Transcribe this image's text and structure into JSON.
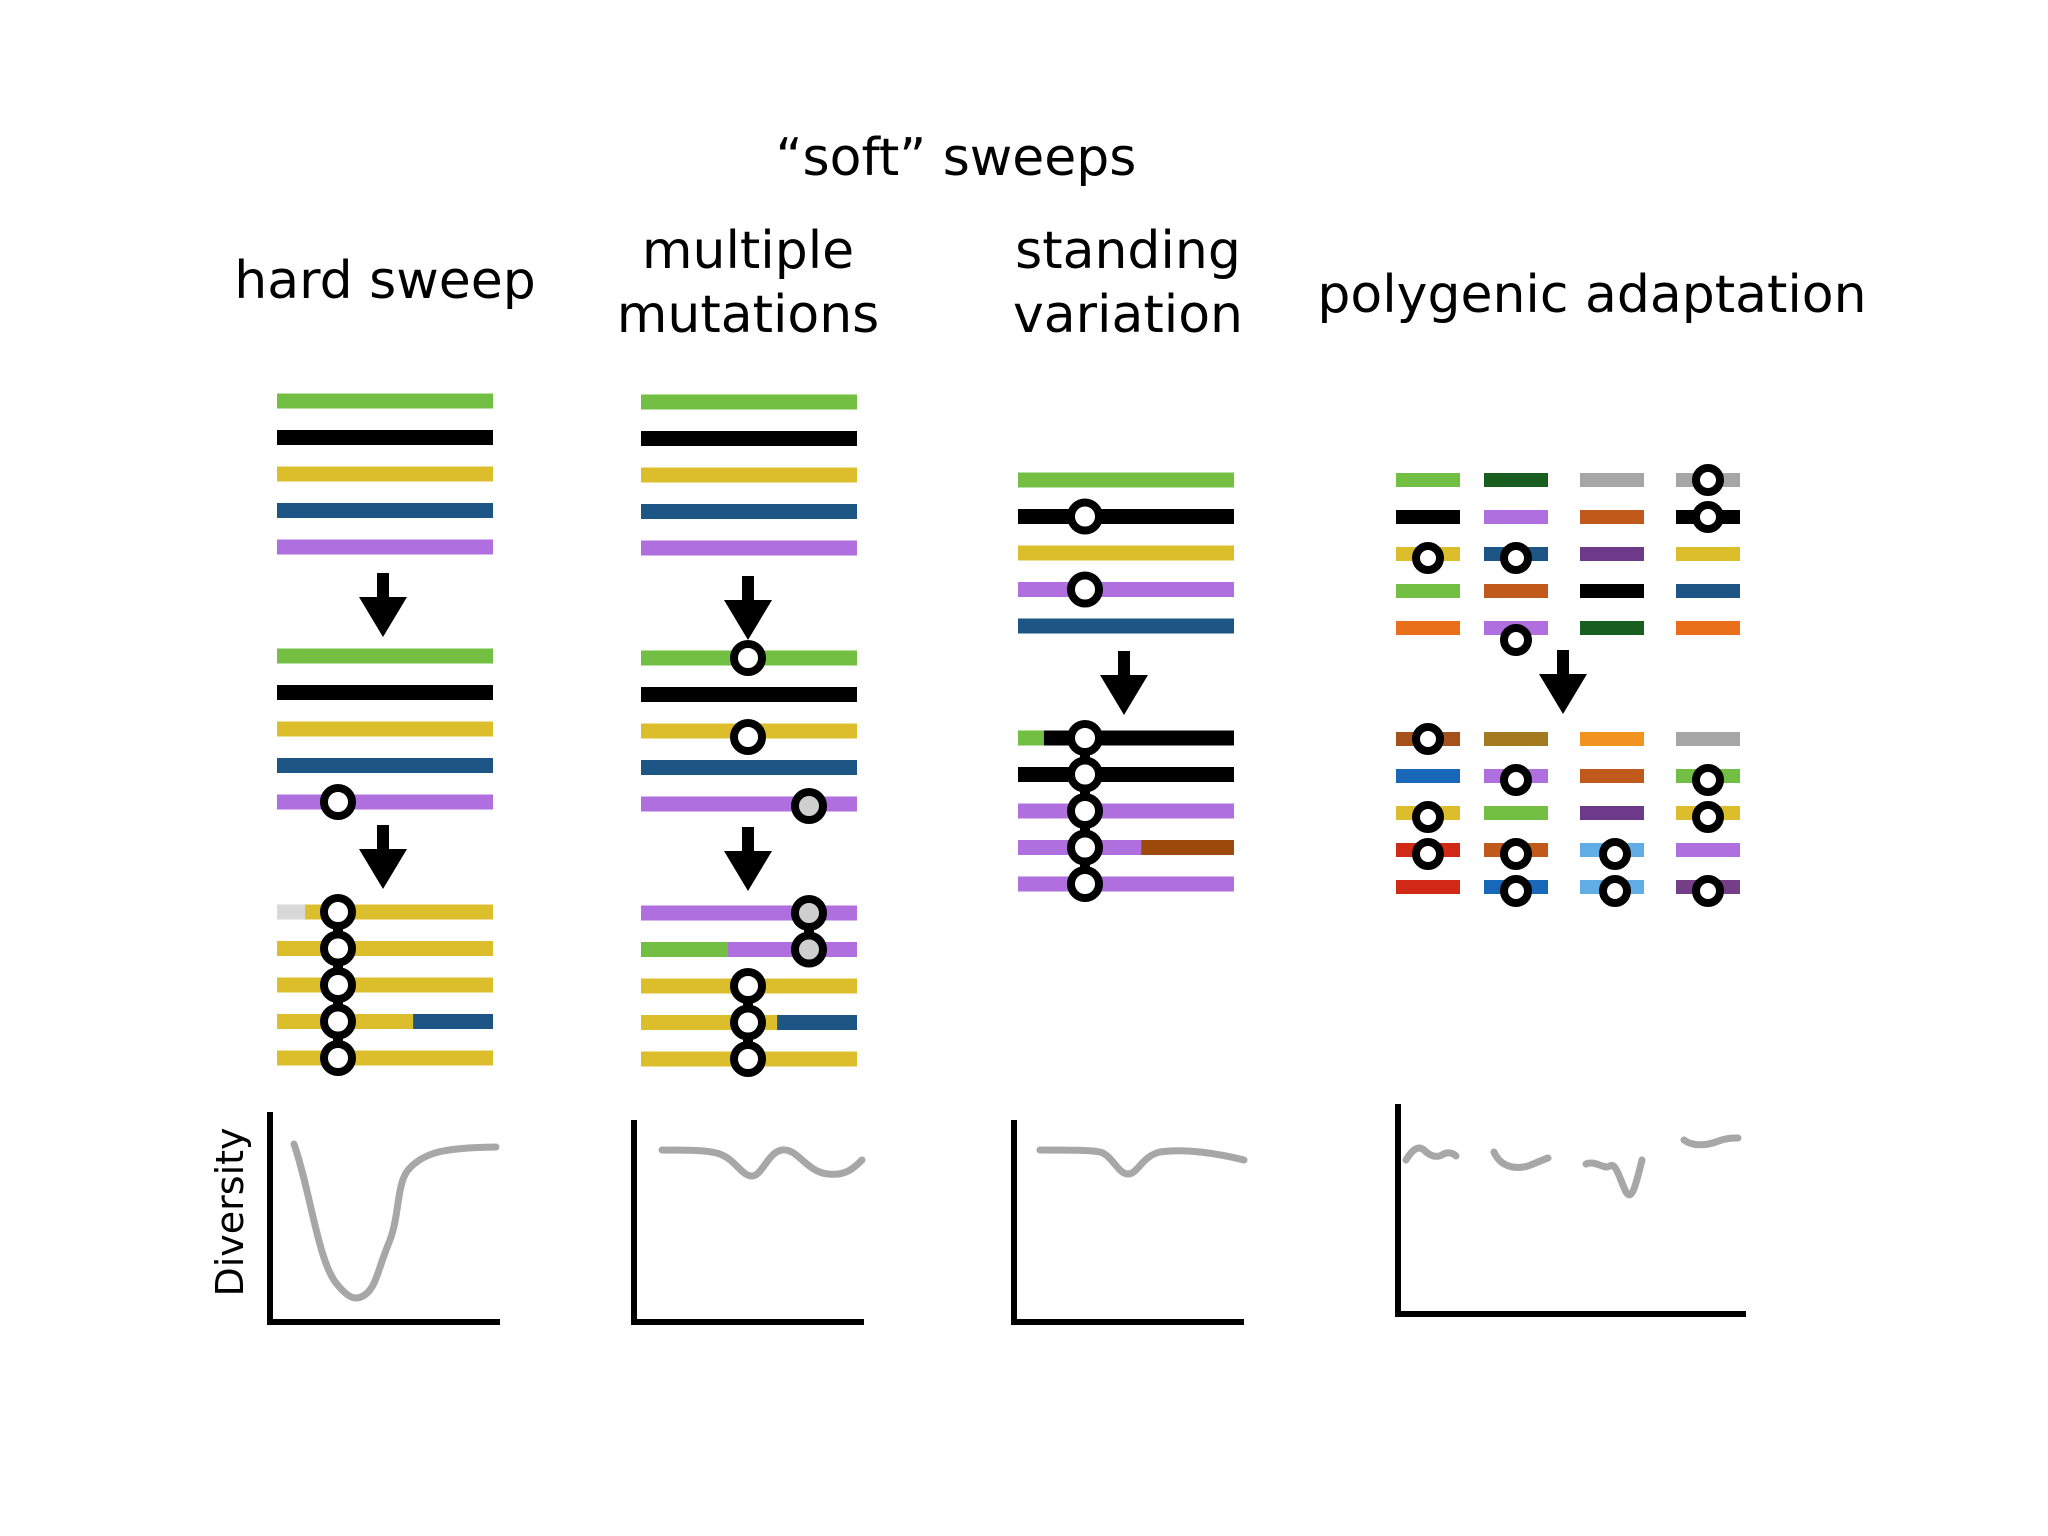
{
  "titles": {
    "soft": "“soft” sweeps",
    "hard": "hard sweep",
    "multiple_1": "multiple",
    "multiple_2": "mutations",
    "standing_1": "standing",
    "standing_2": "variation",
    "polygenic": "polygenic adaptation"
  },
  "axis": {
    "ylabel": "Diversity"
  },
  "colors": {
    "G": "#72bf44",
    "K": "#000000",
    "Y": "#dcbd2c",
    "B": "#1d5585",
    "P": "#b06fde",
    "L": "#d9d9d9",
    "R": "#9b4a0c",
    "DG": "#185e1e",
    "Gr": "#a6a6a6",
    "OR": "#c0591a",
    "DP": "#6d3a8a",
    "O": "#e96f1a",
    "BR": "#a5511b",
    "OL": "#a37b1e",
    "BL": "#1867b8",
    "O2": "#f3931f",
    "RD": "#d02a16",
    "LB": "#61aee6",
    "PP": "#753f87",
    "curve": "#a7a7a7"
  },
  "diagram": {
    "hard": {
      "before": [
        [
          "G"
        ],
        [
          "K"
        ],
        [
          "Y"
        ],
        [
          "B"
        ],
        [
          "P"
        ]
      ],
      "mutation": [
        [
          "G"
        ],
        [
          "K"
        ],
        [
          "Y"
        ],
        [
          "B"
        ],
        [
          "P"
        ]
      ],
      "mutation_marks": [
        false,
        false,
        true,
        false,
        false
      ],
      "after": [
        [
          "L",
          0.13,
          "Y"
        ],
        [
          "Y"
        ],
        [
          "Y"
        ],
        [
          "Y",
          0.63,
          "B"
        ],
        [
          "Y"
        ]
      ],
      "after_marks": [
        true,
        true,
        true,
        true,
        true
      ]
    },
    "multiple": {
      "before": [
        [
          "G"
        ],
        [
          "K"
        ],
        [
          "Y"
        ],
        [
          "B"
        ],
        [
          "P"
        ]
      ],
      "mutation": [
        [
          "G"
        ],
        [
          "K"
        ],
        [
          "Y"
        ],
        [
          "B"
        ],
        [
          "P"
        ]
      ],
      "mutation_marks": [
        "y",
        "n",
        "y",
        "n",
        "p"
      ],
      "after": [
        [
          "P"
        ],
        [
          "G",
          0.4,
          "P"
        ],
        [
          "Y"
        ],
        [
          "Y",
          0.63,
          "B"
        ],
        [
          "Y"
        ]
      ],
      "after_marks": [
        "p",
        "p",
        "y",
        "y",
        "y"
      ]
    },
    "standing": {
      "before": [
        [
          "G"
        ],
        [
          "K"
        ],
        [
          "Y"
        ],
        [
          "P"
        ],
        [
          "B"
        ]
      ],
      "before_marks": [
        false,
        true,
        false,
        true,
        false
      ],
      "after": [
        [
          "G",
          0.12,
          "K"
        ],
        [
          "K"
        ],
        [
          "P"
        ],
        [
          "P",
          0.57,
          "R"
        ],
        [
          "P"
        ]
      ],
      "after_marks": [
        true,
        true,
        true,
        true,
        true
      ]
    },
    "polygenic": {
      "before": [
        [
          "G",
          "K",
          "Y",
          "G",
          "O"
        ],
        [
          "DG",
          "P",
          "B",
          "OR",
          "P"
        ],
        [
          "Gr",
          "OR",
          "DP",
          "K",
          "DG"
        ],
        [
          "Gr",
          "K",
          "Y",
          "B",
          "O"
        ]
      ],
      "before_marks": [
        [
          false,
          false,
          true,
          false,
          false
        ],
        [
          false,
          false,
          true,
          false,
          true
        ],
        [
          false,
          false,
          false,
          false,
          false
        ],
        [
          true,
          true,
          false,
          false,
          false
        ]
      ],
      "after": [
        [
          "BR",
          "BL",
          "Y",
          "RD",
          "RD"
        ],
        [
          "OL",
          "P",
          "G",
          "OR",
          "BL"
        ],
        [
          "O2",
          "OR",
          "DP",
          "LB",
          "LB"
        ],
        [
          "Gr",
          "G",
          "Y",
          "P",
          "PP"
        ]
      ],
      "after_marks": [
        [
          true,
          false,
          true,
          true,
          false
        ],
        [
          false,
          true,
          false,
          true,
          true
        ],
        [
          false,
          false,
          false,
          true,
          true
        ],
        [
          false,
          true,
          true,
          false,
          true
        ]
      ]
    }
  }
}
